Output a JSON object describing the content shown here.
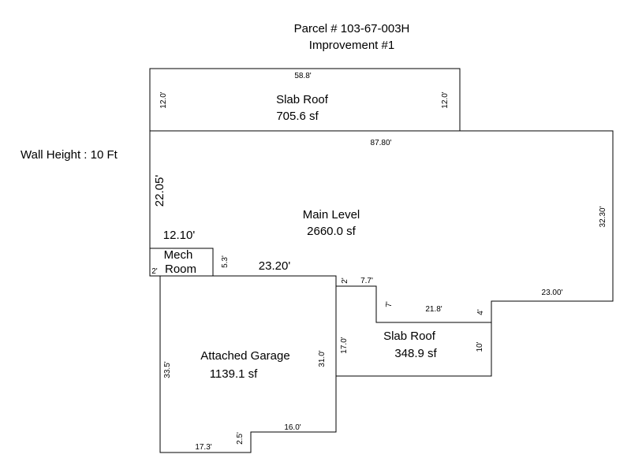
{
  "header": {
    "parcel": "Parcel # 103-67-003H",
    "improvement": "Improvement #1"
  },
  "wall_height": "Wall Height : 10 Ft",
  "areas": {
    "slab_roof_top": {
      "name": "Slab Roof",
      "area": "705.6 sf"
    },
    "main_level": {
      "name": "Main Level",
      "area": "2660.0 sf"
    },
    "mech_room": {
      "name_line1": "Mech",
      "name_line2": "Room"
    },
    "attached_garage": {
      "name": "Attached Garage",
      "area": "1139.1 sf"
    },
    "slab_roof_right": {
      "name": "Slab Roof",
      "area": "348.9 sf"
    }
  },
  "dimensions": {
    "top_width": "58.8'",
    "top_left": "12.0'",
    "top_right": "12.0'",
    "main_top": "87.80'",
    "main_left": "22.05'",
    "main_right": "32.30'",
    "mech_width": "12.10'",
    "mech_height": "5.3'",
    "mech_left": "2'",
    "garage_top": "23.20'",
    "step_small": "2'",
    "step_width": "7.7'",
    "step_drop": "7'",
    "slab_top": "21.8'",
    "slab_rise": "4'",
    "main_bottom_right": "23.00'",
    "slab_left": "17.0'",
    "slab_right": "10'",
    "garage_right": "31.0'",
    "garage_left": "33.5'",
    "garage_bottom_right": "16.0'",
    "garage_step": "2.5'",
    "garage_bottom_left": "17.3'"
  }
}
